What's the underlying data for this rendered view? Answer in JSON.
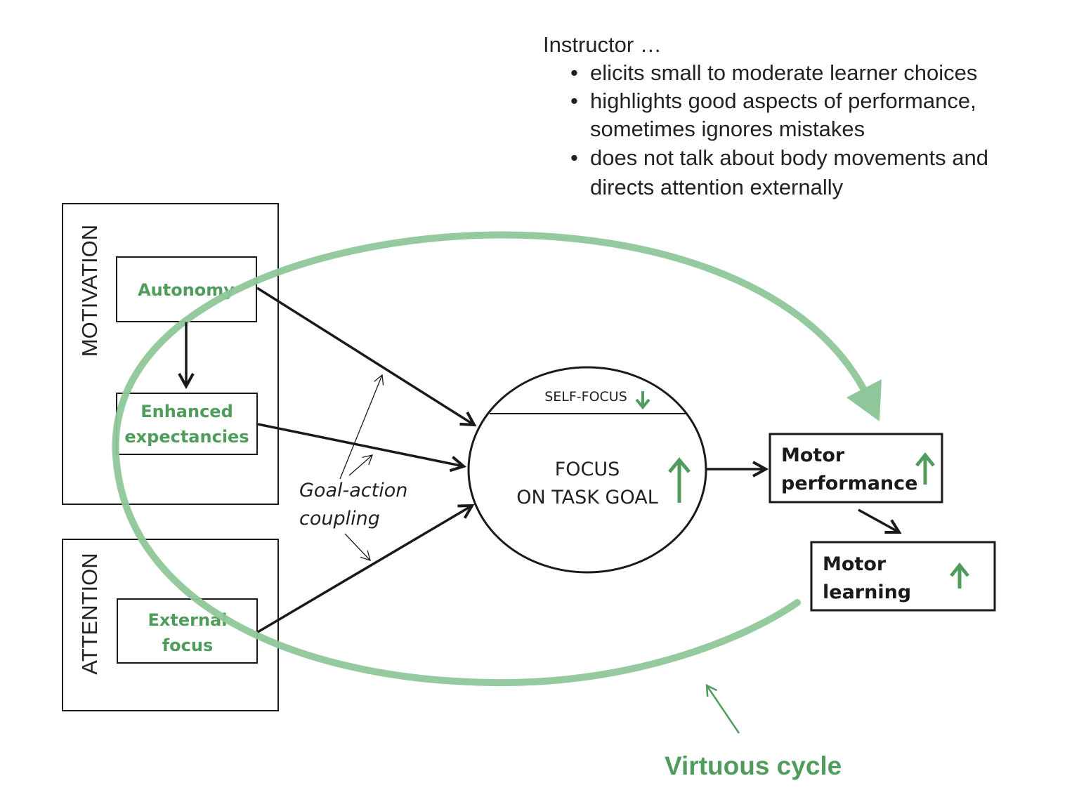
{
  "instructor": {
    "heading": "Instructor …",
    "bullets": [
      {
        "lines": [
          "elicits small to moderate learner choices"
        ]
      },
      {
        "lines": [
          "highlights good aspects of performance,",
          "sometimes ignores mistakes"
        ]
      },
      {
        "lines": [
          "does not talk about body movements and",
          "directs attention externally"
        ]
      }
    ],
    "bullet_symbol": "•"
  },
  "groups": {
    "motivation": {
      "label": "MOTIVATION"
    },
    "attention": {
      "label": "ATTENTION"
    }
  },
  "factors": {
    "autonomy": {
      "lines": [
        "Autonomy"
      ]
    },
    "expectancies": {
      "lines": [
        "Enhanced",
        "expectancies"
      ]
    },
    "external_focus": {
      "lines": [
        "External",
        "focus"
      ]
    }
  },
  "goal_action": {
    "lines": [
      "Goal-action",
      "coupling"
    ]
  },
  "focus": {
    "self_focus": "SELF-FOCUS",
    "self_focus_direction": "down",
    "task_goal_lines": [
      "FOCUS",
      "ON TASK GOAL"
    ],
    "task_goal_direction": "up"
  },
  "outcomes": {
    "performance": {
      "lines": [
        "Motor",
        "performance"
      ],
      "direction": "up"
    },
    "learning": {
      "lines": [
        "Motor",
        "learning"
      ],
      "direction": "up"
    }
  },
  "cycle": {
    "label": "Virtuous cycle"
  },
  "colors": {
    "green": "#4f9c5c",
    "cycle_green": "#8fc79a",
    "ink": "#1a1a1a",
    "text": "#222222"
  }
}
